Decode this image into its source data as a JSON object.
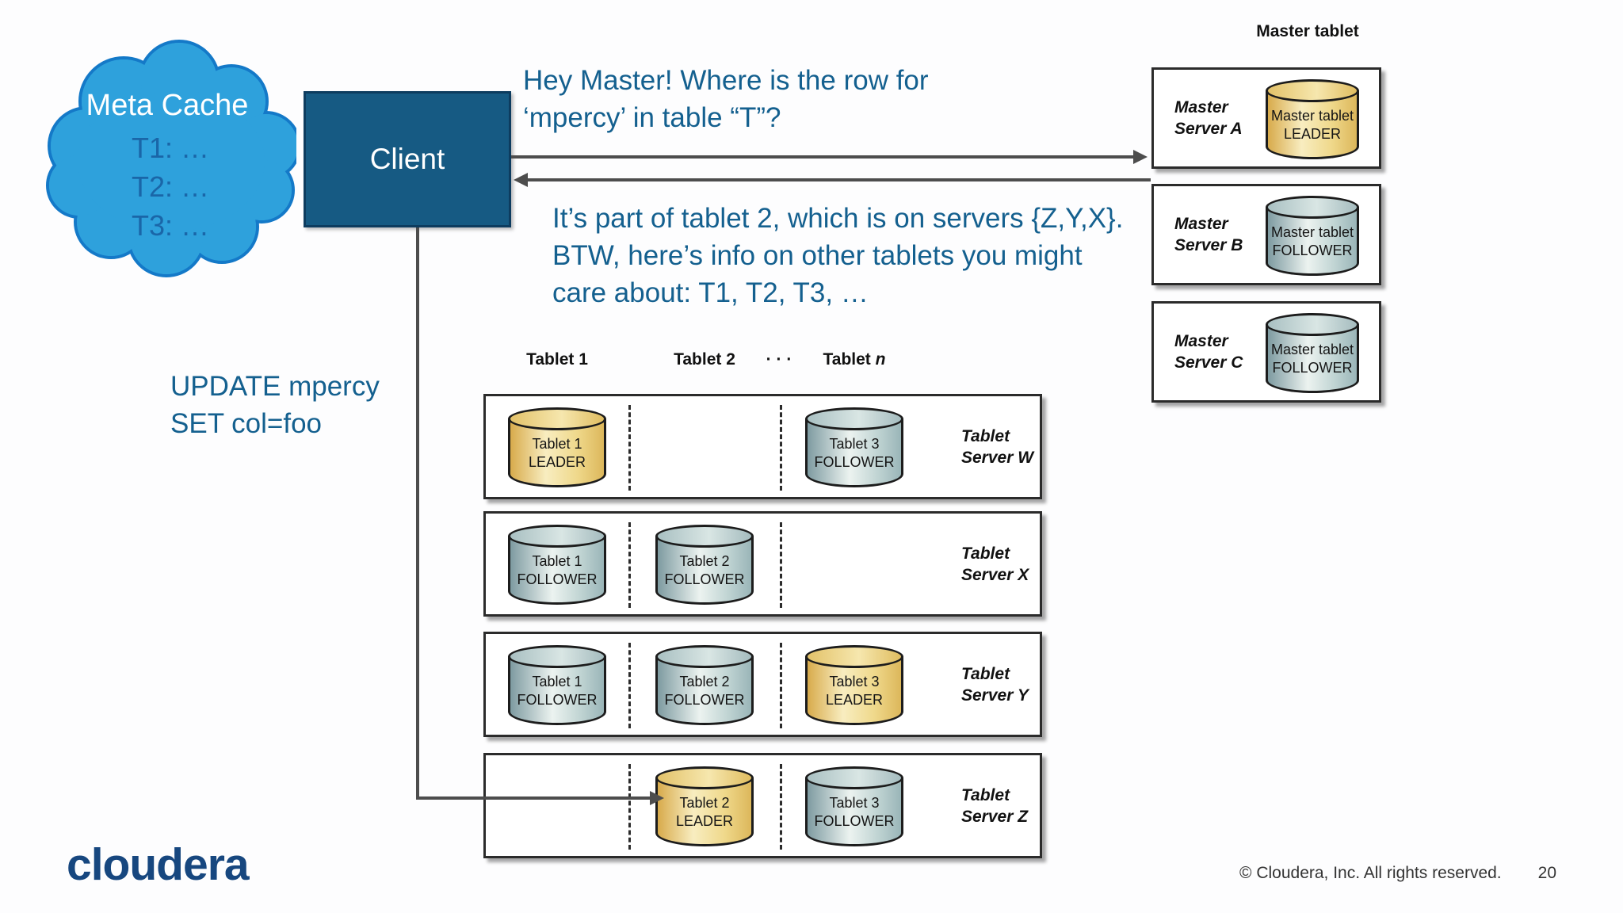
{
  "colors": {
    "accent_text_blue": "#14608F",
    "client_box_fill": "#165A83",
    "cloud_fill": "#2EA1DC",
    "cloud_outline": "#1479C8",
    "leader_cylinder_yellow": "#F3E3A0",
    "follower_cylinder_teal": "#C2D5D4",
    "arrow_gray": "#4D4D4D",
    "logo_blue": "#17477F"
  },
  "meta_cache": {
    "title": "Meta Cache",
    "entry1": "T1: …",
    "entry2": "T2: …",
    "entry3": "T3: …"
  },
  "client": {
    "label": "Client"
  },
  "request_message": {
    "line1": "Hey Master! Where is the row for",
    "line2": "‘mpercy’ in table “T”?"
  },
  "response_message": {
    "line1": "It’s part of tablet 2, which is on servers {Z,Y,X}.",
    "line2": "BTW, here’s info on other tablets you might",
    "line3": "care about: T1, T2, T3, …"
  },
  "update_statement": {
    "line1": "UPDATE mpercy",
    "line2": "SET col=foo"
  },
  "master_section": {
    "title": "Master tablet",
    "servers": [
      {
        "name_line1": "Master",
        "name_line2": "Server A",
        "tablet_line1": "Master tablet",
        "tablet_line2": "LEADER",
        "role": "leader"
      },
      {
        "name_line1": "Master",
        "name_line2": "Server B",
        "tablet_line1": "Master tablet",
        "tablet_line2": "FOLLOWER",
        "role": "follower"
      },
      {
        "name_line1": "Master",
        "name_line2": "Server C",
        "tablet_line1": "Master tablet",
        "tablet_line2": "FOLLOWER",
        "role": "follower"
      }
    ]
  },
  "tablet_grid": {
    "column_headers": {
      "col1": "Tablet 1",
      "col2": "Tablet 2",
      "dots": "· · ·",
      "coln_word": "Tablet",
      "coln_var": "n"
    },
    "servers": [
      {
        "name_line1": "Tablet",
        "name_line2": "Server W",
        "cells": [
          {
            "line1": "Tablet 1",
            "line2": "LEADER",
            "role": "leader"
          },
          null,
          {
            "line1": "Tablet 3",
            "line2": "FOLLOWER",
            "role": "follower"
          }
        ]
      },
      {
        "name_line1": "Tablet",
        "name_line2": "Server X",
        "cells": [
          {
            "line1": "Tablet 1",
            "line2": "FOLLOWER",
            "role": "follower"
          },
          {
            "line1": "Tablet 2",
            "line2": "FOLLOWER",
            "role": "follower"
          },
          null
        ]
      },
      {
        "name_line1": "Tablet",
        "name_line2": "Server Y",
        "cells": [
          {
            "line1": "Tablet 1",
            "line2": "FOLLOWER",
            "role": "follower"
          },
          {
            "line1": "Tablet 2",
            "line2": "FOLLOWER",
            "role": "follower"
          },
          {
            "line1": "Tablet 3",
            "line2": "LEADER",
            "role": "leader"
          }
        ]
      },
      {
        "name_line1": "Tablet",
        "name_line2": "Server Z",
        "cells": [
          null,
          {
            "line1": "Tablet 2",
            "line2": "LEADER",
            "role": "leader"
          },
          {
            "line1": "Tablet 3",
            "line2": "FOLLOWER",
            "role": "follower"
          }
        ]
      }
    ]
  },
  "footer": {
    "logo_text": "cloudera",
    "copyright": "© Cloudera, Inc. All rights reserved.",
    "page_number": "20"
  }
}
